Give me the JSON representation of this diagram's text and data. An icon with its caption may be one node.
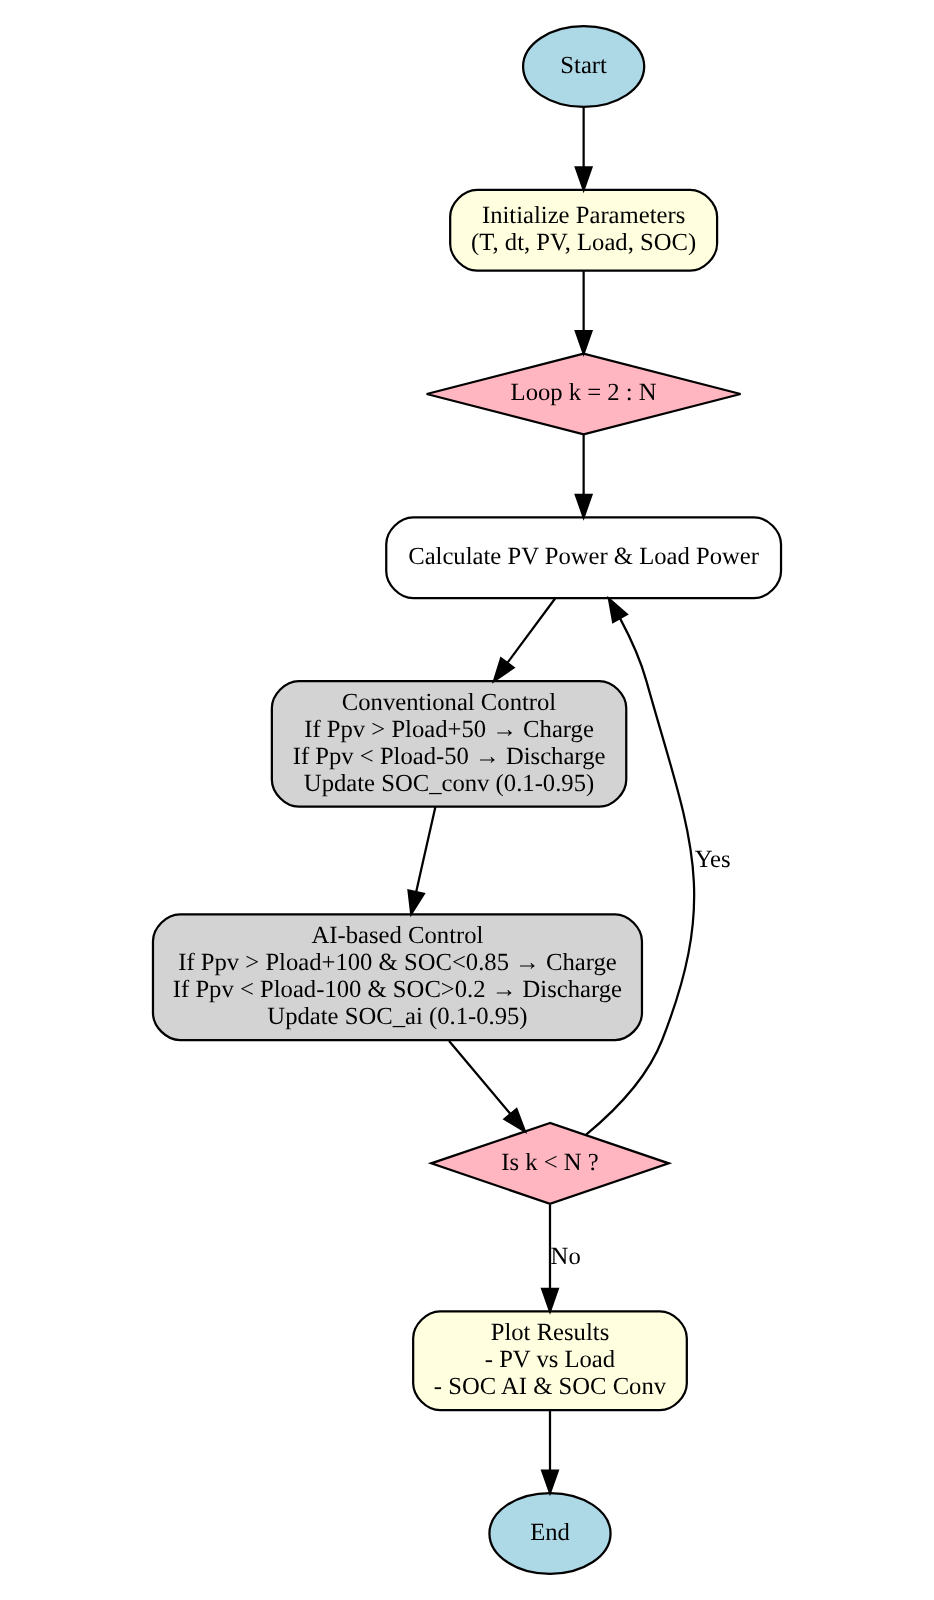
{
  "diagram": {
    "nodes": [
      {
        "text": [
          "Start"
        ]
      },
      {
        "text": [
          "Initialize Parameters",
          "(T, dt, PV, Load, SOC)"
        ]
      },
      {
        "text": [
          "Loop k = 2 : N"
        ]
      },
      {
        "text": [
          "Calculate PV Power & Load Power"
        ]
      },
      {
        "text": [
          "Conventional Control",
          "If Ppv > Pload+50 → Charge",
          "If Ppv < Pload-50 → Discharge",
          "Update SOC_conv (0.1-0.95)"
        ]
      },
      {
        "text": [
          "AI-based Control",
          "If Ppv > Pload+100 & SOC<0.85 → Charge",
          "If Ppv < Pload-100 & SOC>0.2 → Discharge",
          "Update SOC_ai (0.1-0.95)"
        ]
      },
      {
        "text": [
          "Is k < N ?"
        ]
      },
      {
        "text": [
          "Plot Results",
          "- PV vs Load",
          "- SOC AI & SOC Conv"
        ]
      },
      {
        "text": [
          "End"
        ]
      }
    ],
    "edges": [
      {
        "from": 0,
        "to": 1,
        "arrow": "to"
      },
      {
        "from": 1,
        "to": 2,
        "arrow": "to"
      },
      {
        "from": 2,
        "to": 3,
        "arrow": "to"
      },
      {
        "from": 3,
        "to": 4,
        "arrow": "to"
      },
      {
        "from": 4,
        "to": 5,
        "arrow": "to"
      },
      {
        "from": 5,
        "to": 6,
        "arrow": "to"
      },
      {
        "from": 6,
        "to": 3,
        "arrow": "to",
        "label": "Yes"
      },
      {
        "from": 6,
        "to": 7,
        "arrow": "to",
        "label": "No"
      },
      {
        "from": 7,
        "to": 8,
        "arrow": "to"
      }
    ]
  }
}
